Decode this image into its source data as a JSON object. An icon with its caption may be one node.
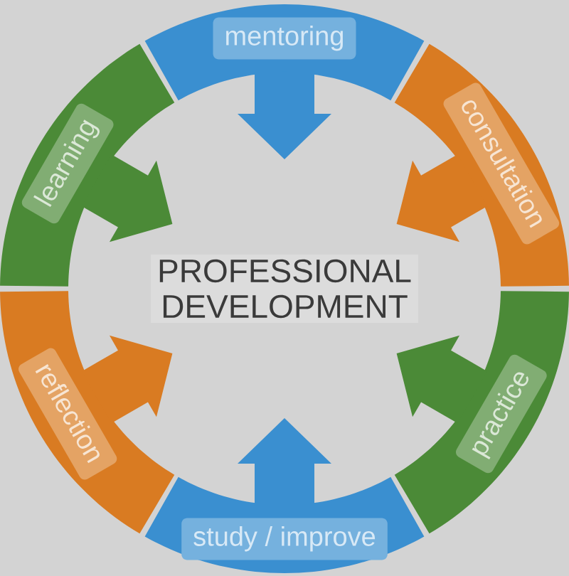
{
  "diagram": {
    "nodes": [
      {
        "text": [
          "mentoring"
        ]
      },
      {
        "text": [
          "consultation"
        ]
      },
      {
        "text": [
          "practice"
        ]
      },
      {
        "text": [
          "study / improve"
        ]
      },
      {
        "text": [
          "reflection"
        ]
      },
      {
        "text": [
          "learning"
        ]
      },
      {
        "text": [
          "PROFESSIONAL DEVELOPMENT"
        ]
      }
    ],
    "edges": [
      {
        "from": 0,
        "to": null,
        "arrow": "to",
        "color": "#3a8fd0"
      },
      {
        "from": 1,
        "to": null,
        "arrow": "to",
        "color": "#d97b22"
      },
      {
        "from": 2,
        "to": null,
        "arrow": "to",
        "color": "#4b8a37"
      },
      {
        "from": 3,
        "to": null,
        "arrow": "to",
        "color": "#3a8fd0"
      },
      {
        "from": 4,
        "to": null,
        "arrow": "to",
        "color": "#d97b22"
      },
      {
        "from": 5,
        "to": null,
        "arrow": "to",
        "color": "#4b8a37"
      }
    ]
  }
}
